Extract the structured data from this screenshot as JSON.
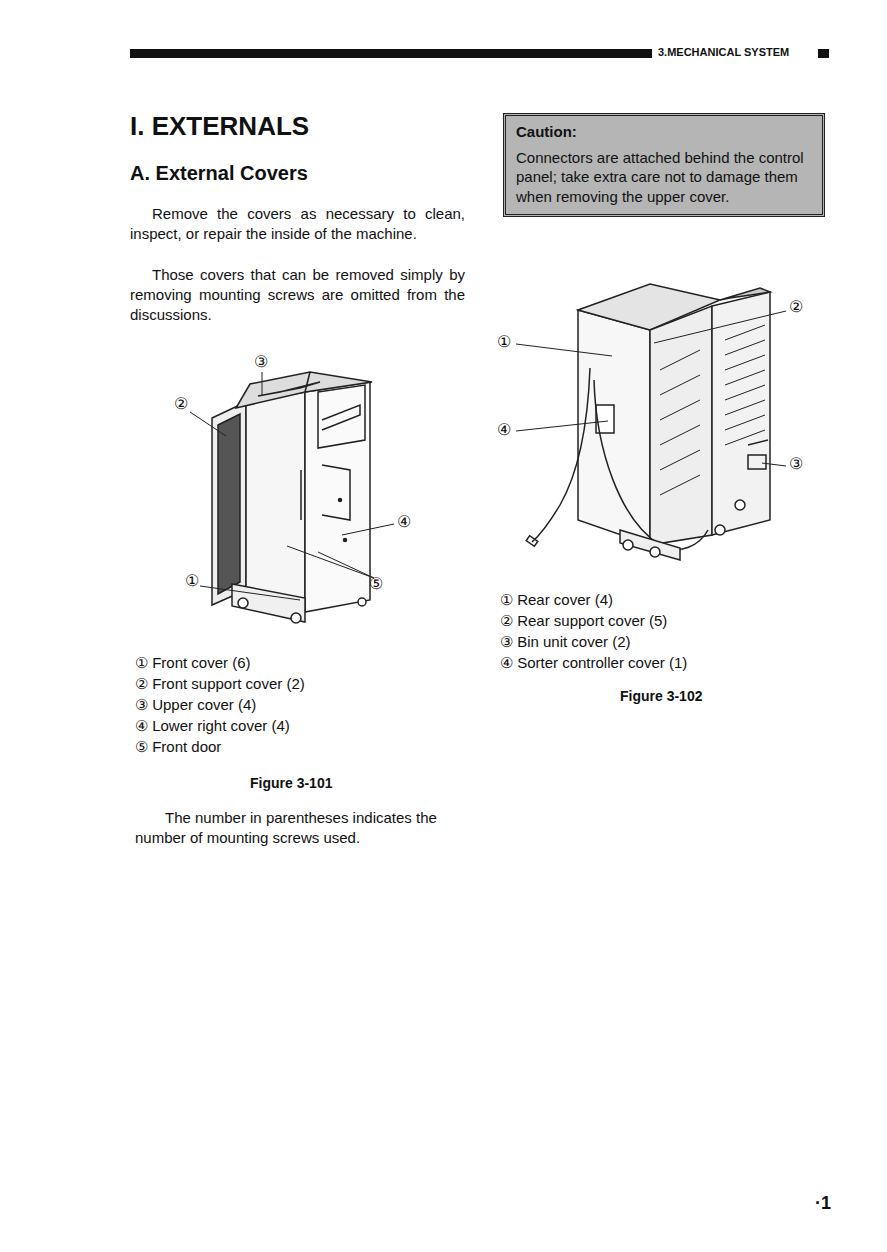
{
  "diagram": {
    "title": "I. EXTERNALS",
    "nodes": [
      {
        "text": [
          "Caution:",
          "Connectors are attached behind the control panel; take extra care not to damage them when removing the upper cover."
        ]
      }
    ],
    "edges": [],
    "labels": [
      "3.MECHANICAL SYSTEM",
      "A. External Covers",
      "Remove the covers as necessary to clean, inspect, or repair the inside of the machine.",
      "Those covers that can be removed simply by removing mounting screws are omitted from the discussions.",
      "③",
      "②",
      "④",
      "①",
      "⑤",
      "① Front cover (6)",
      "② Front support cover (2)",
      "③ Upper cover (4)",
      "④ Lower right cover (4)",
      "⑤ Front door",
      "Figure 3-101",
      "The number in parentheses indicates the number of mounting screws used.",
      "①",
      "②",
      "④",
      "③",
      "① Rear cover (4)",
      "② Rear support cover (5)",
      "③ Bin unit cover (2)",
      "④ Sorter controller cover (1)",
      "Figure 3-102",
      "·1"
    ]
  }
}
